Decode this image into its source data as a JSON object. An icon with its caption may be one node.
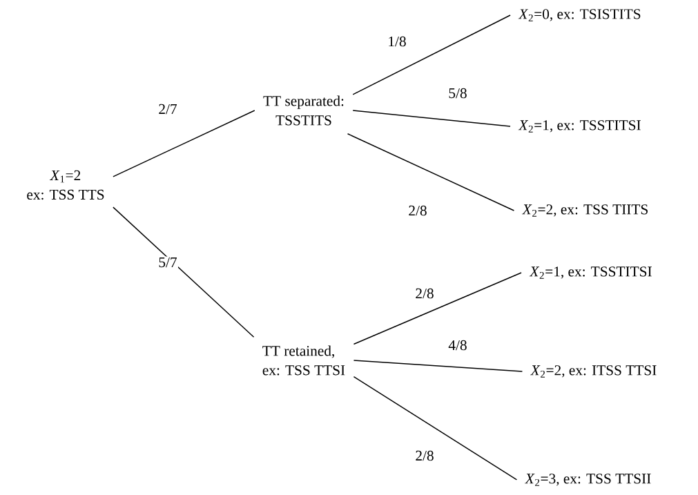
{
  "diagram": {
    "nodes": [
      {
        "text": [
          "*X*$_{1}$=2",
          "ex: TSS TTS"
        ]
      },
      {
        "text": [
          "TT separated:",
          "TSSTITS"
        ]
      },
      {
        "text": [
          "TT retained,",
          "ex: TSS TTSI"
        ]
      },
      {
        "text": [
          "*X*$_{2}$=0, ex: TSISTITS"
        ]
      },
      {
        "text": [
          "*X*$_{2}$=1, ex: TSSTITSI"
        ]
      },
      {
        "text": [
          "*X*$_{2}$=2, ex: TSS TIITS"
        ]
      },
      {
        "text": [
          "*X*$_{2}$=1, ex: TSSTITSI"
        ]
      },
      {
        "text": [
          "*X*$_{2}$=2, ex: ITSS TTSI"
        ]
      },
      {
        "text": [
          "*X*$_{2}$=3, ex: TSS TTSII"
        ]
      }
    ],
    "edges": [
      {
        "from": 0,
        "to": 1,
        "arrow": "none",
        "label": "2/7"
      },
      {
        "from": 0,
        "to": 2,
        "arrow": "none",
        "label": "5/7"
      },
      {
        "from": 1,
        "to": 3,
        "arrow": "none",
        "label": "1/8"
      },
      {
        "from": 1,
        "to": 4,
        "arrow": "none",
        "label": "5/8"
      },
      {
        "from": 1,
        "to": 5,
        "arrow": "none",
        "label": "2/8"
      },
      {
        "from": 2,
        "to": 6,
        "arrow": "none",
        "label": "2/8"
      },
      {
        "from": 2,
        "to": 7,
        "arrow": "none",
        "label": "4/8"
      },
      {
        "from": 2,
        "to": 8,
        "arrow": "none",
        "label": "2/8"
      }
    ]
  }
}
